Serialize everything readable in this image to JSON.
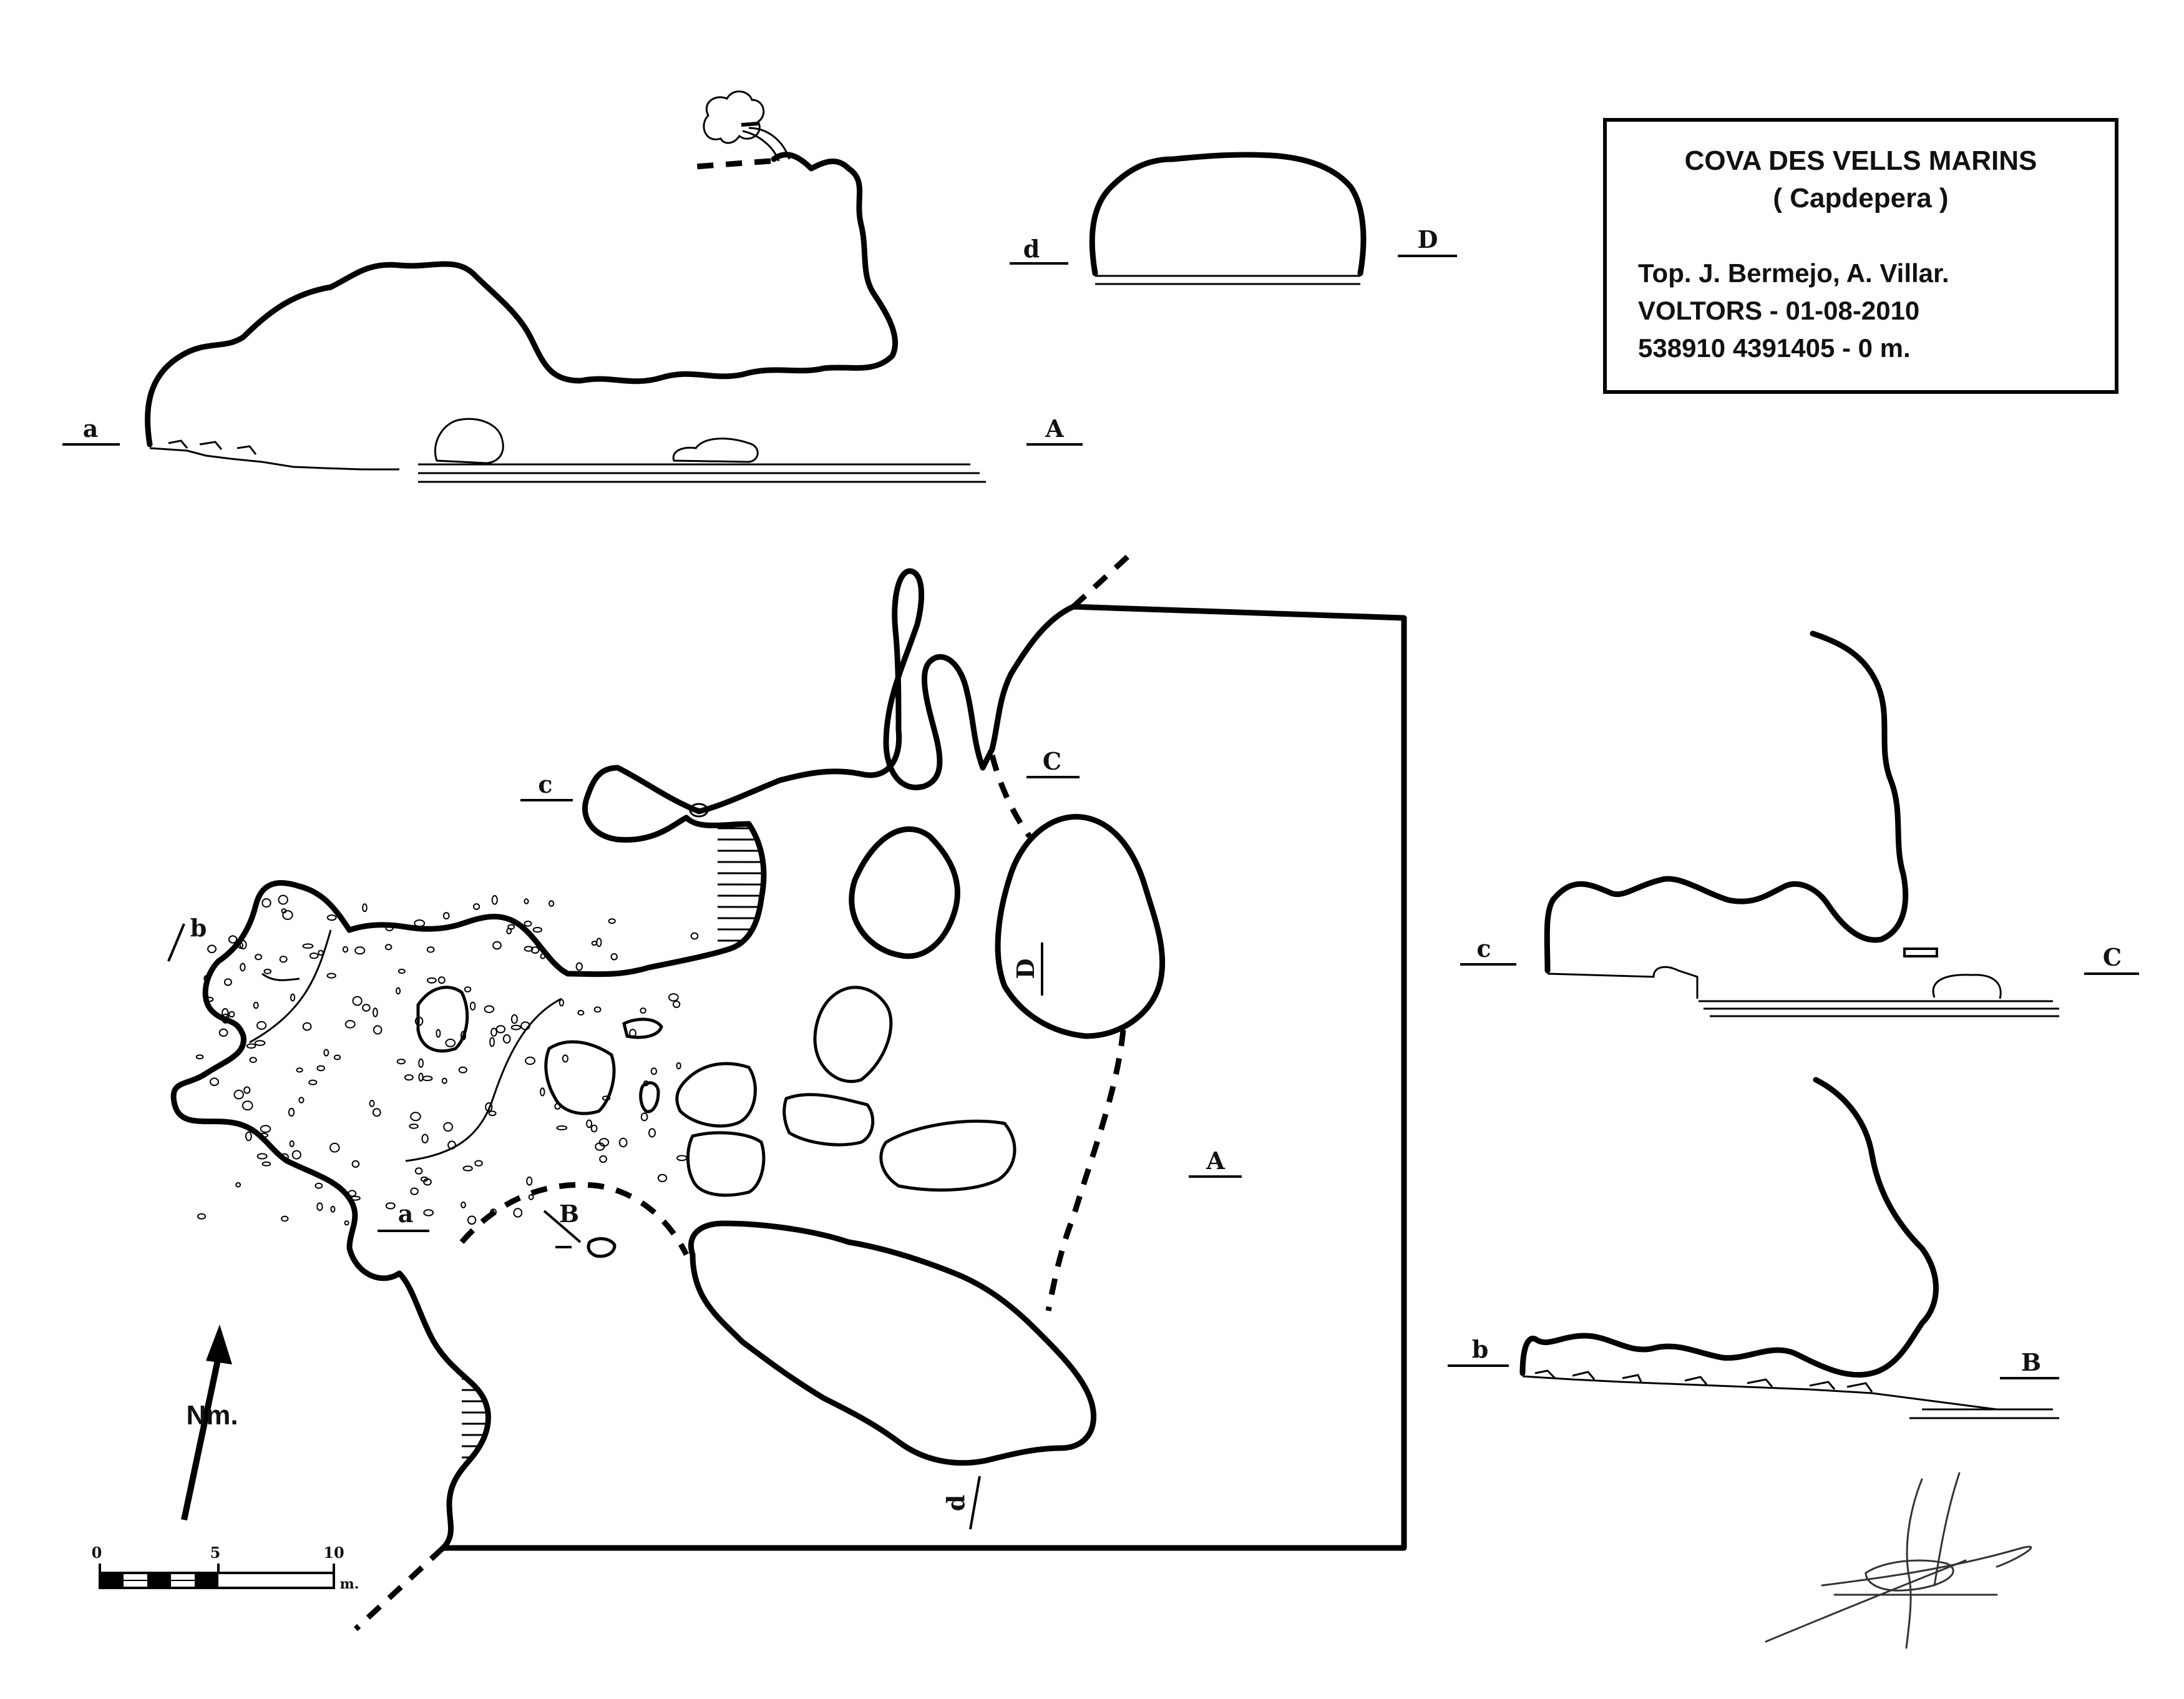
{
  "title_block": {
    "cave_name": "COVA DES VELLS MARINS",
    "municipality": "( Capdepera )",
    "surveyors": "Top. J. Bermejo, A. Villar.",
    "group_date": "VOLTORS - 01-08-2010",
    "coordinates": "538910 4391405 - 0 m."
  },
  "north_arrow": {
    "label": "Nm."
  },
  "scale_bar": {
    "ticks": [
      "0",
      "5",
      "10"
    ],
    "unit": "m."
  },
  "section_labels": {
    "a_lower": "a",
    "a_upper": "A",
    "b_lower": "b",
    "b_upper": "B",
    "c_lower": "c",
    "c_upper": "C",
    "d_lower": "d",
    "d_upper": "D"
  },
  "colors": {
    "ink": "#000000",
    "paper": "#ffffff"
  },
  "symbols": [
    "tree-icon",
    "north-arrow-icon",
    "signature-icon"
  ]
}
